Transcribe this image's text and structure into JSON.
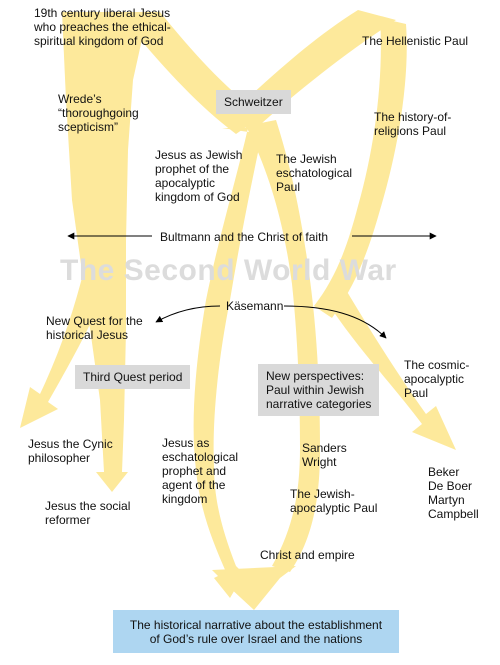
{
  "background_title": "The Second World War",
  "colors": {
    "stream": "#fde99b",
    "grey_box": "#d9d9d9",
    "blue_box": "#aed6f1",
    "watermark": "#dcdcdc"
  },
  "labels": {
    "liberal_jesus": "19th century liberal Jesus\nwho preaches the ethical-\nspiritual kingdom of God",
    "hellenistic_paul": "The Hellenistic Paul",
    "wrede": "Wrede’s\n“thoroughgoing\nscepticism”",
    "schweitzer": "Schweitzer",
    "history_religions_paul": "The history-of-\nreligions Paul",
    "jewish_prophet_jesus": "Jesus as Jewish\nprophet of the\napocalyptic\nkingdom of God",
    "jewish_eschatological_paul": "The Jewish\neschatological\nPaul",
    "bultmann": "Bultmann and the Christ of faith",
    "kasemann": "Käsemann",
    "new_quest": "New Quest for the\nhistorical Jesus",
    "third_quest": "Third Quest period",
    "new_perspectives": "New perspectives:\nPaul within Jewish\nnarrative categories",
    "cosmic_paul": "The cosmic-\napocalyptic\nPaul",
    "cynic": "Jesus the Cynic\nphilosopher",
    "eschatological_jesus": "Jesus as\neschatological\nprophet and\nagent of the\nkingdom",
    "sanders_wright": "Sanders\nWright",
    "beker_group": "Beker\nDe Boer\nMartyn\nCampbell",
    "social_reformer": "Jesus the social\nreformer",
    "jewish_apocalyptic_paul": "The Jewish-\napocalyptic Paul",
    "christ_empire": "Christ and empire",
    "historical_narrative": "The historical narrative about the establishment\nof God’s rule over Israel and the nations"
  }
}
